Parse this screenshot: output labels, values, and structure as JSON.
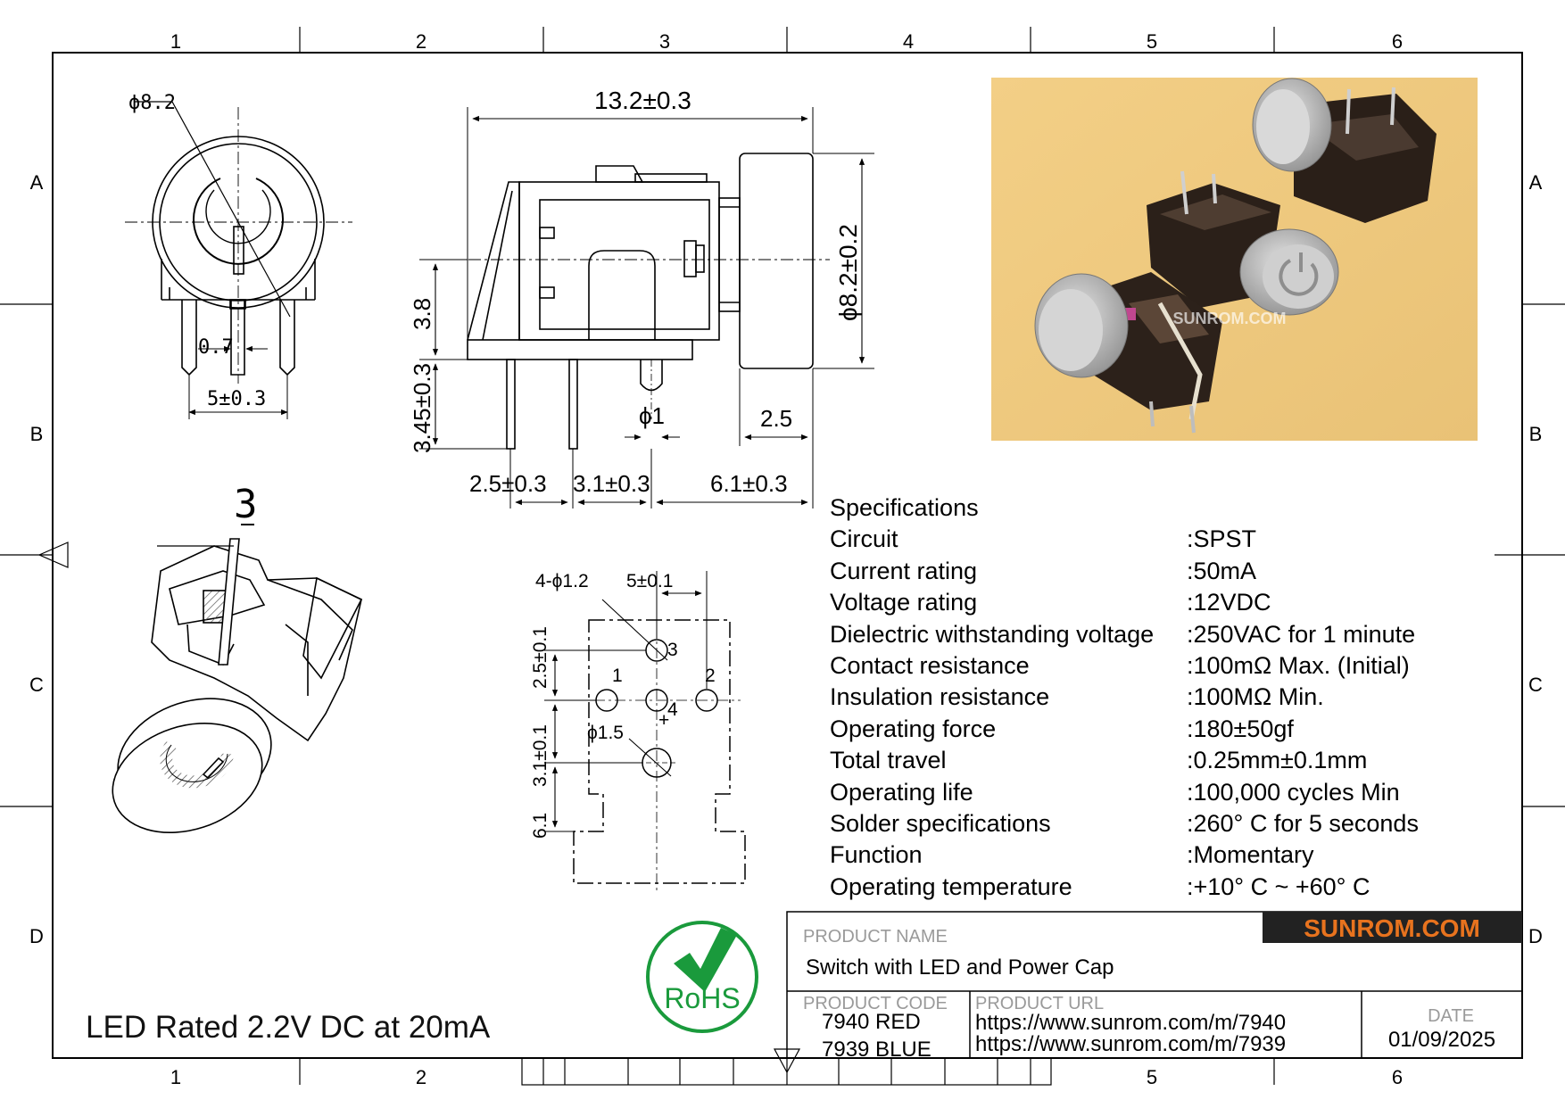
{
  "frame": {
    "top_zones": [
      "1",
      "2",
      "3",
      "4",
      "5",
      "6"
    ],
    "bottom_zones": [
      "1",
      "2",
      "5",
      "6"
    ],
    "side_zones": [
      "A",
      "B",
      "C",
      "D"
    ]
  },
  "drawings": {
    "front": {
      "diameter": "ϕ8.2",
      "pin_width": "0.7",
      "pin_pitch": "5±0.3"
    },
    "side": {
      "length": "13.2±0.3",
      "cap_diameter": "ϕ8.2±0.2",
      "body_height": "3.8",
      "pin_length": "3.45±0.3",
      "led_lead": "ϕ1",
      "cap_length": "2.5",
      "pin_spacing_1": "2.5±0.3",
      "pin_spacing_2": "3.1±0.3",
      "pin_spacing_3": "6.1±0.3"
    },
    "iso": {
      "callout": "3"
    },
    "footprint": {
      "holes": "4-ϕ1.2",
      "pitch": "5±0.1",
      "dim_a": "2.5±0.1",
      "dim_b": "3.1±0.1",
      "dim_c": "6.1",
      "led_hole": "ϕ1.5",
      "pin1": "1",
      "pin2": "2",
      "pin3": "3",
      "pin4": "4",
      "plus": "+"
    }
  },
  "photo": {
    "watermark": "SUNROM.COM"
  },
  "specifications": {
    "title": "Specifications",
    "rows": [
      {
        "label": "Circuit",
        "value": ":SPST"
      },
      {
        "label": "Current rating",
        "value": ":50mA"
      },
      {
        "label": "Voltage rating",
        "value": ":12VDC"
      },
      {
        "label": "Dielectric withstanding voltage",
        "value": ":250VAC for 1 minute"
      },
      {
        "label": "Contact resistance",
        "value": ":100mΩ   Max. (Initial)"
      },
      {
        "label": "Insulation resistance",
        "value": ":100MΩ   Min."
      },
      {
        "label": "Operating force",
        "value": ":180±50gf"
      },
      {
        "label": "Total travel",
        "value": ":0.25mm±0.1mm"
      },
      {
        "label": "Operating life",
        "value": ":100,000 cycles Min"
      },
      {
        "label": "Solder specifications",
        "value": ":260° C for 5 seconds"
      },
      {
        "label": "Function",
        "value": ":Momentary"
      },
      {
        "label": "Operating temperature",
        "value": ":+10° C ~ +60° C"
      }
    ]
  },
  "led_note": "LED Rated 2.2V DC at 20mA",
  "rohs": {
    "text": "RoHS",
    "color": "#1a9a3c"
  },
  "title_block": {
    "brand": "SUNROM.COM",
    "brand_color": "#e8731e",
    "product_name_label": "PRODUCT NAME",
    "product_name": "Switch with LED and Power Cap",
    "product_code_label": "PRODUCT CODE",
    "product_codes": [
      "7940 RED",
      "7939 BLUE"
    ],
    "product_url_label": "PRODUCT URL",
    "product_urls": [
      "https://www.sunrom.com/m/7940",
      "https://www.sunrom.com/m/7939"
    ],
    "date_label": "DATE",
    "date": "01/09/2025"
  }
}
